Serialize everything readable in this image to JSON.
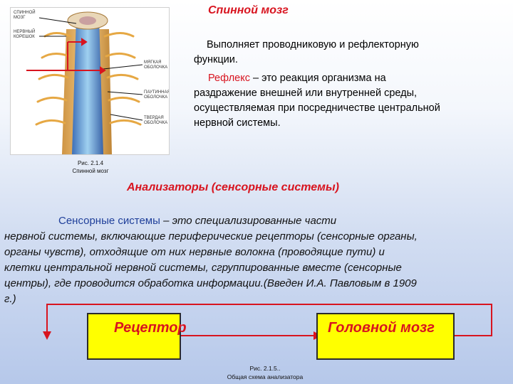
{
  "figure": {
    "labels": {
      "spinal_cord": "спинной мозг",
      "nerve_root": "нервный корешок",
      "pia_mater": "мягкая оболочка",
      "arachnoid": "паутинная оболочка",
      "dura_mater": "твердая оболочка"
    },
    "caption_line1": "Рис. 2.1.4",
    "caption_line2": "Спинной мозг"
  },
  "header": {
    "title": "Спинной мозг",
    "function_line1": "Выполняет проводниковую и рефлекторную",
    "function_line2": "функции."
  },
  "reflex": {
    "term": "Рефлекс",
    "def_line1": " – это реакция организма на",
    "def_line2": "раздражение внешней или внутренней среды,",
    "def_line3": "осуществляемая  при посредничестве центральной",
    "def_line4": "нервной системы."
  },
  "analyzers": {
    "title": "Анализаторы (сенсорные системы)"
  },
  "sensory": {
    "term": "Сенсорные системы",
    "line1_rest": " – это специализированные части",
    "line2": " нервной системы, включающие периферические рецепторы (сенсорные органы,",
    "line3": "органы чувств), отходящие от них нервные волокна (проводящие пути) и",
    "line4": "клетки центральной нервной системы, сгруппированные вместе (сенсорные",
    "line5": "центры), где проводится обработка информации.(Введен И.А. Павловым в 1909",
    "line6": "г.)"
  },
  "diagram": {
    "receptor": "Рецептор",
    "brain": "Головной мозг",
    "caption_line1": "Рис. 2.1.5..",
    "caption_line2": "Общая схема анализатора",
    "box_fill": "#ffff00",
    "label_color": "#d8141f"
  }
}
